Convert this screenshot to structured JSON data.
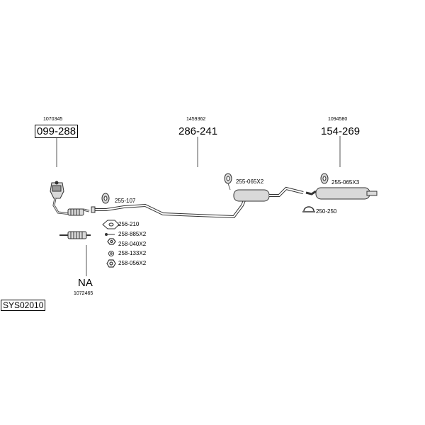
{
  "colors": {
    "line": "#555555",
    "part_fill": "#d9d9d9",
    "dark": "#333333"
  },
  "front_pipe": {
    "ref": "1070345",
    "part_no": "099-288"
  },
  "middle_pipe": {
    "ref": "1459362",
    "part_no": "286-241"
  },
  "rear_silencer": {
    "ref": "1094580",
    "part_no": "154-269"
  },
  "flex_pipe": {
    "part_no": "NA",
    "ref": "1072465"
  },
  "small_parts": {
    "p1": "255-107",
    "p2": "255-065X2",
    "p3": "255-065X3",
    "p4": "250-250",
    "p5": "256-210",
    "p6": "258-885X2",
    "p7": "258-040X2",
    "p8": "258-133X2",
    "p9": "258-056X2"
  },
  "system_code": "SYS02010"
}
